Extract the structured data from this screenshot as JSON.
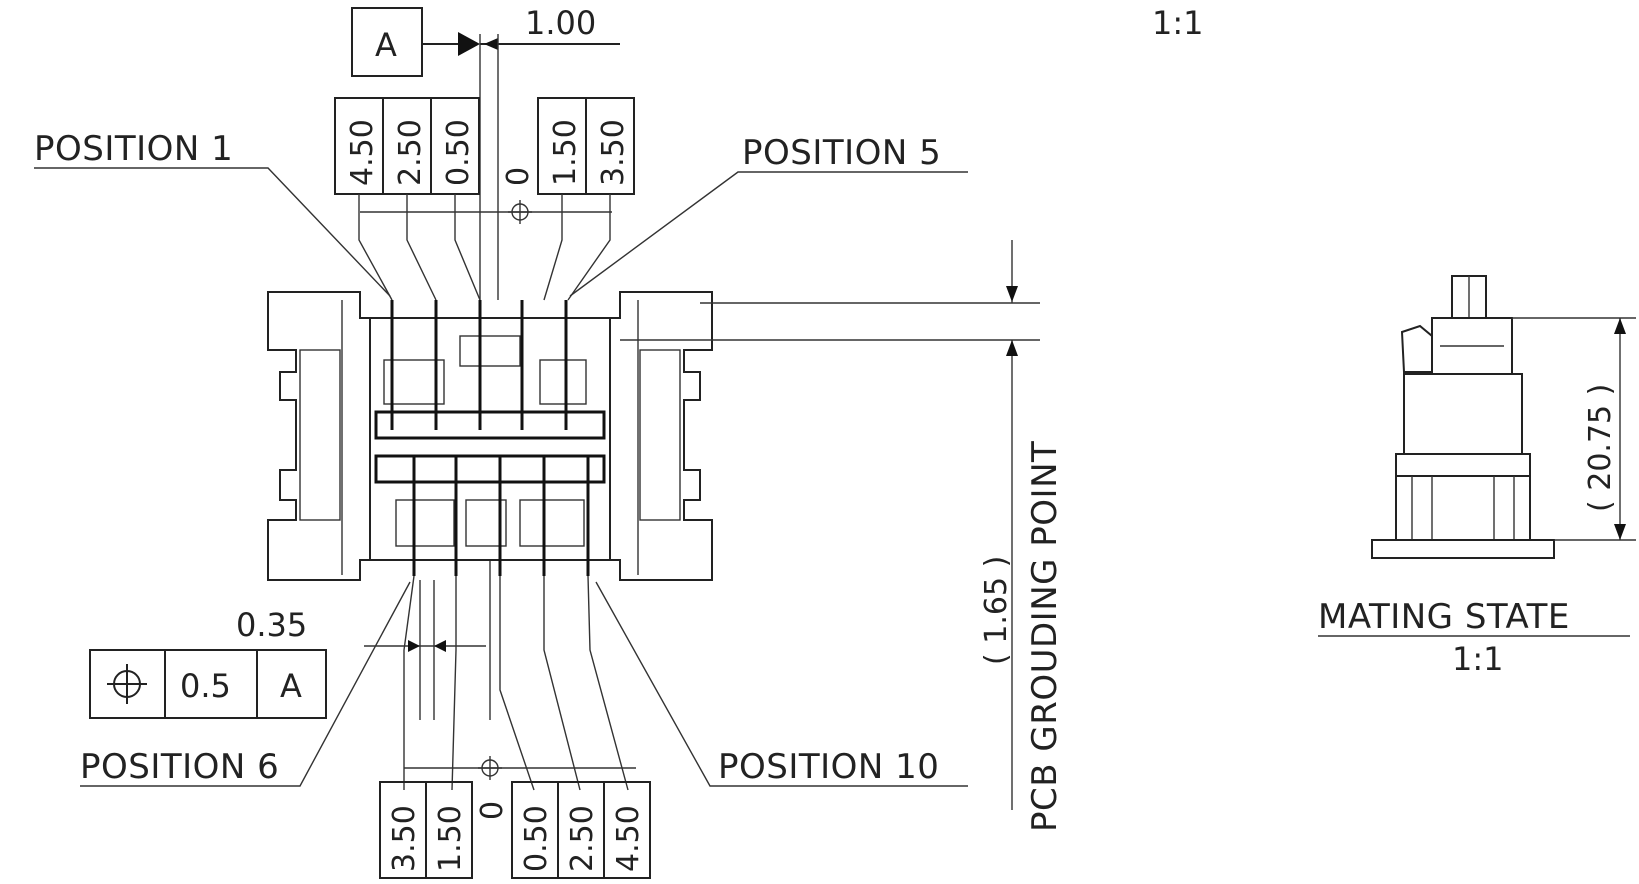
{
  "scale_top": "1:1",
  "datum_box": "A",
  "dim_top_offset": "1.00",
  "top_dims": [
    "4.50",
    "2.50",
    "0.50",
    "0",
    "1.50",
    "3.50"
  ],
  "bottom_dims": [
    "3.50",
    "1.50",
    "0",
    "0.50",
    "2.50",
    "4.50"
  ],
  "labels": {
    "position_1": "POSITION 1",
    "position_5": "POSITION 5",
    "position_6": "POSITION 6",
    "position_10": "POSITION 10",
    "pcb_grounding": "PCB GROUDING POINT"
  },
  "dim_pin_width": "0.35",
  "fcf": {
    "symbol": "position-symbol",
    "tolerance": "0.5",
    "datum": "A"
  },
  "dim_grounding": "( 1.65 )",
  "dim_height": "( 20.75 )",
  "mating_title": "MATING STATE",
  "mating_scale": "1:1"
}
